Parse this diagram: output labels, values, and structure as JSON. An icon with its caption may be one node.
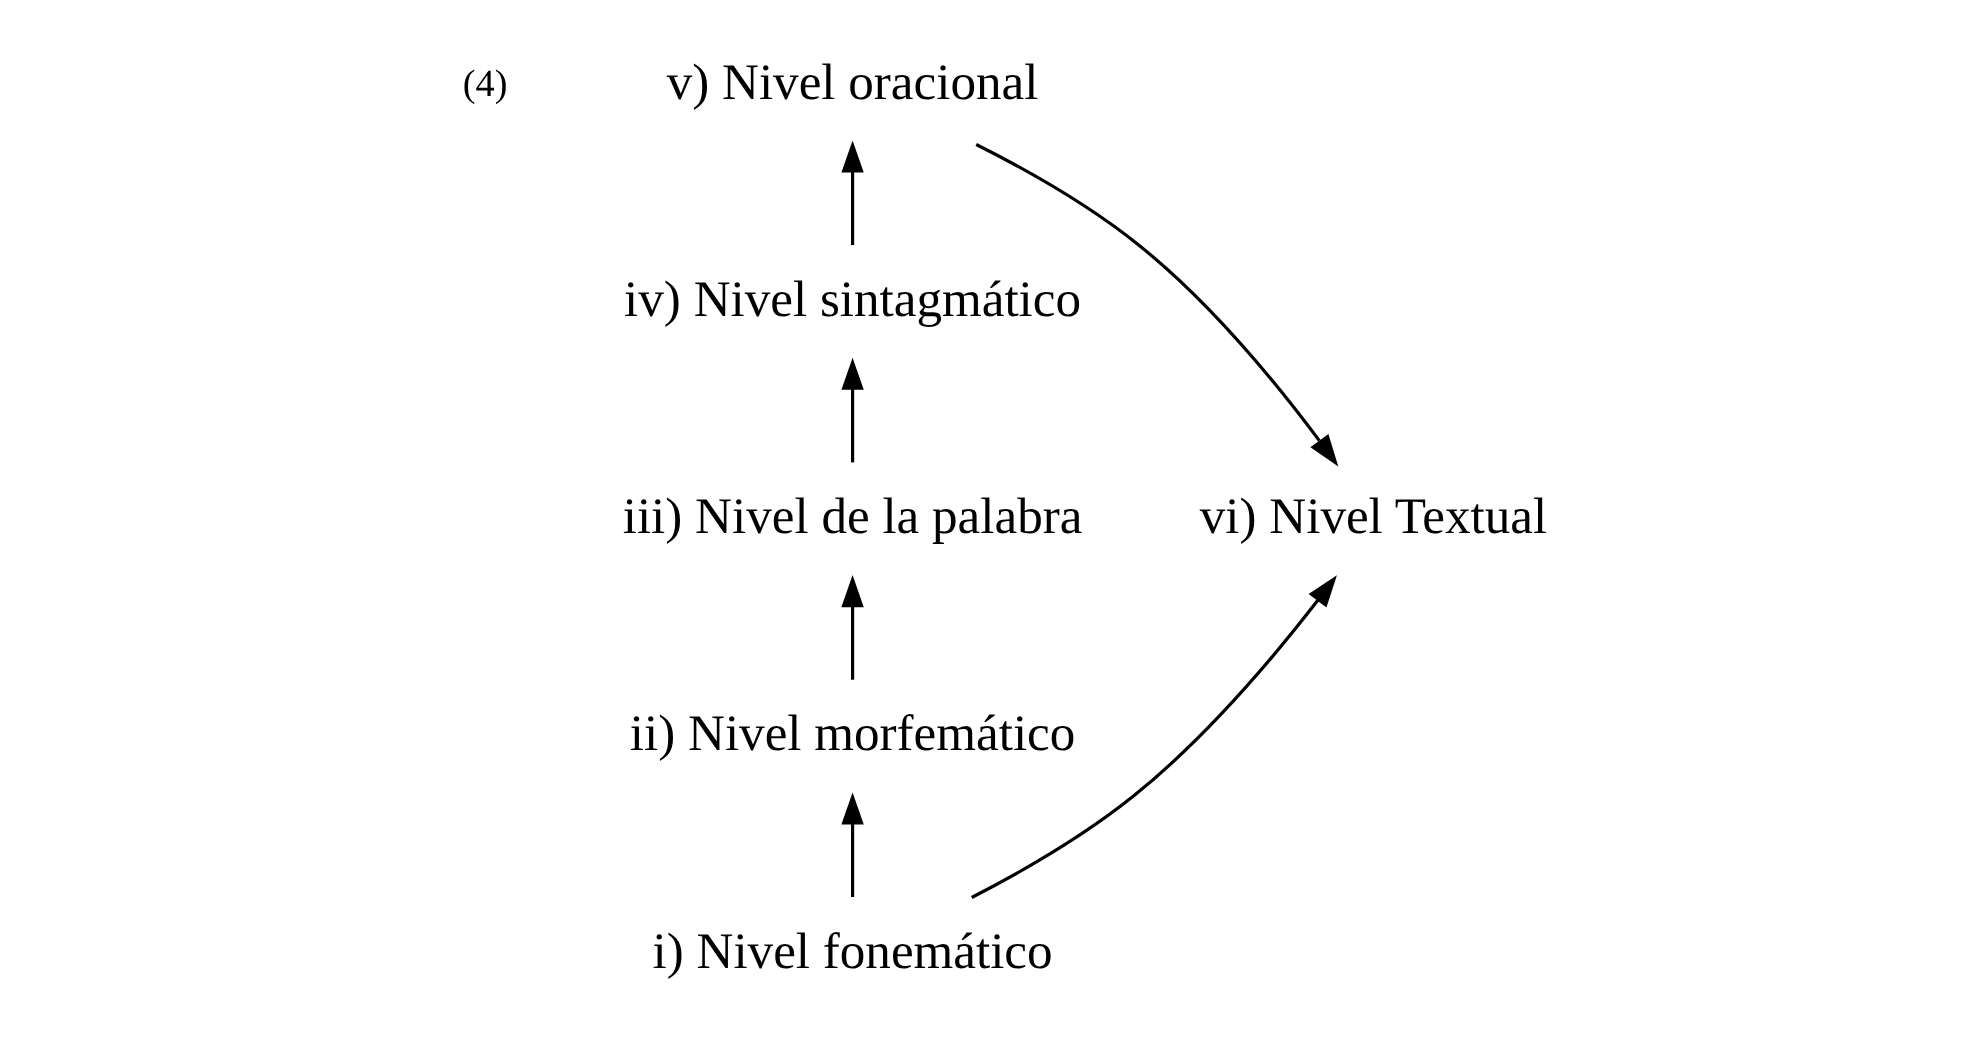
{
  "diagram": {
    "nodes": [
      {
        "text": [
          "v) Nivel oracional"
        ]
      },
      {
        "text": [
          "iv) Nivel sintagmático"
        ]
      },
      {
        "text": [
          "iii) Nivel de la palabra"
        ]
      },
      {
        "text": [
          "ii) Nivel morfemático"
        ]
      },
      {
        "text": [
          "i) Nivel fonemático"
        ]
      },
      {
        "text": [
          "vi) Nivel Textual"
        ]
      }
    ],
    "edges": [
      {
        "from": 4,
        "to": 3,
        "arrow": "to"
      },
      {
        "from": 3,
        "to": 2,
        "arrow": "to"
      },
      {
        "from": 2,
        "to": 1,
        "arrow": "to"
      },
      {
        "from": 1,
        "to": 0,
        "arrow": "to"
      },
      {
        "from": 0,
        "to": 5,
        "arrow": "to"
      },
      {
        "from": 4,
        "to": 5,
        "arrow": "to"
      }
    ],
    "labels": [
      "(4)"
    ]
  }
}
